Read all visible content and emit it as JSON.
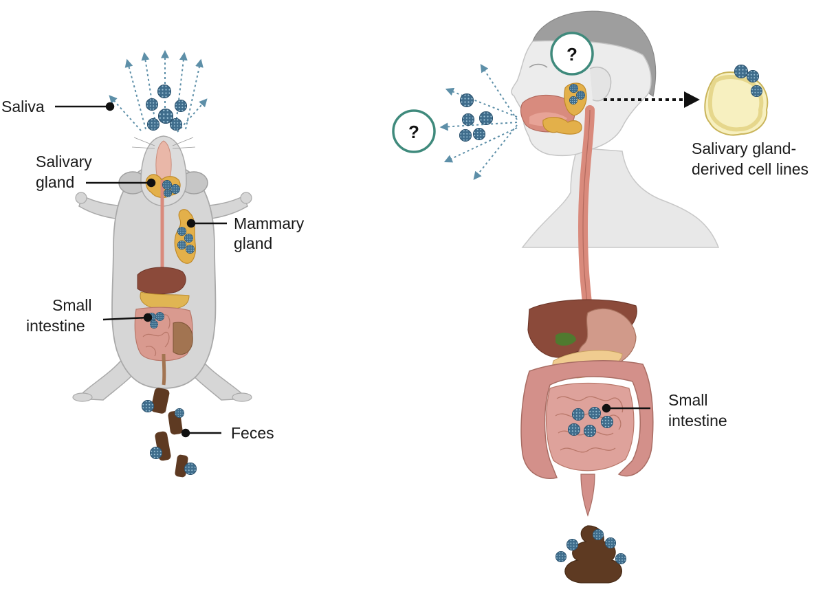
{
  "mouse": {
    "labels": {
      "saliva": "Saliva",
      "salivary_gland": [
        "Salivary",
        "gland"
      ],
      "mammary_gland": [
        "Mammary",
        "gland"
      ],
      "small_intestine": [
        "Small",
        "intestine"
      ],
      "feces": "Feces"
    }
  },
  "human": {
    "labels": {
      "unknown_mark_head": "?",
      "unknown_mark_mouth": "?",
      "cell_lines": [
        "Salivary gland-",
        "derived cell lines"
      ],
      "small_intestine": [
        "Small",
        "intestine"
      ]
    }
  },
  "colors": {
    "virus_fill": "#3f6d8c",
    "virus_dot": "#9ec4d8",
    "gland": "#e3b04a",
    "gland_light": "#f0cc72",
    "esophagus": "#d98a7c",
    "intestine": "#d99a8f",
    "intestine_dark": "#b87769",
    "liver": "#8b4a3a",
    "stomach": "#c98a7a",
    "feces": "#5e3a22",
    "teal_circle": "#3f8a7c",
    "arrow_teal": "#5d8fa8",
    "mouse_body": "#d6d6d6",
    "human_skin": "#e8e8e8",
    "human_hair": "#9e9e9e",
    "cell_yellow": "#f4ecb8"
  }
}
